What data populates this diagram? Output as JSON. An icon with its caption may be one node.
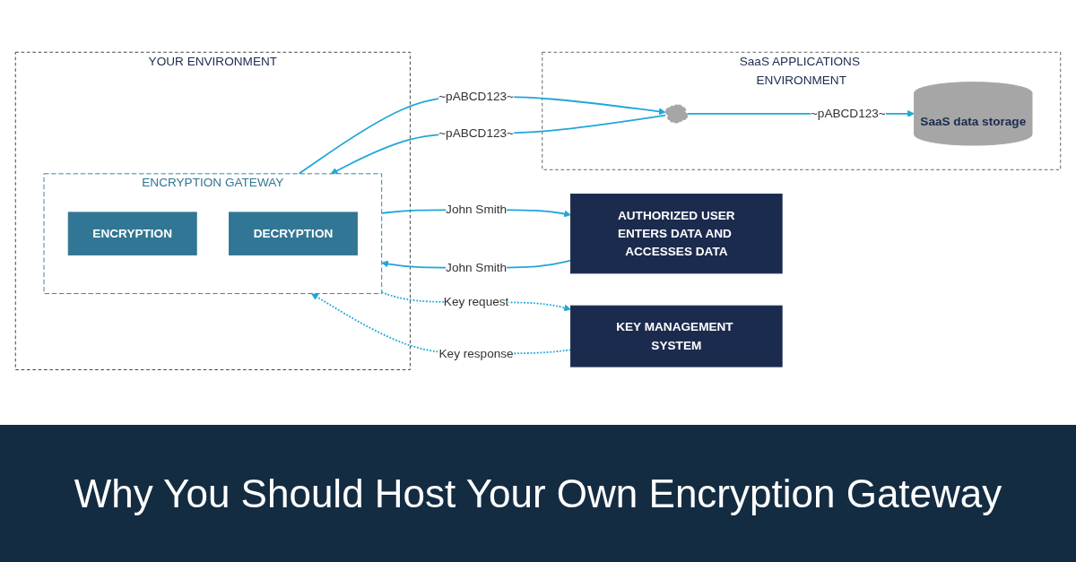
{
  "diagram": {
    "title": "Why You Should Host Your Own Encryption Gateway",
    "nodes": [
      {
        "text": [
          "KEY MANAGEMENT SYSTEM"
        ]
      },
      {
        "text": [
          "YOUR ENVIRONMENT"
        ]
      },
      {
        "text": [
          "ENCRYPTION GATEWAY"
        ],
        "in": 1
      },
      {
        "text": [
          "ENCRYPTION"
        ],
        "in": 2
      },
      {
        "text": [
          "DECRYPTION"
        ],
        "in": 2
      },
      {
        "text": [
          "AUTHORIZED USER",
          "ENTERS DATA AND ACCESSES DATA"
        ]
      },
      {
        "text": [
          "SaaS APPLICATIONS ENVIRONMENT"
        ]
      },
      {
        "text": [],
        "shape": "cloud",
        "in": 6
      },
      {
        "text": [
          "SaaS data storage"
        ],
        "in": 6
      }
    ],
    "edges": [
      {
        "from": 2,
        "to": 7,
        "arrow": "to",
        "label": "~pABCD123~"
      },
      {
        "from": 7,
        "to": 8,
        "arrow": "to",
        "label": "~pABCD123~"
      },
      {
        "from": 7,
        "to": 2,
        "arrow": "to",
        "label": "~pABCD123~"
      },
      {
        "from": 2,
        "to": 5,
        "arrow": "to",
        "label": "John Smith"
      },
      {
        "from": 5,
        "to": 2,
        "arrow": "to",
        "label": "John Smith"
      },
      {
        "from": 2,
        "to": 0,
        "arrow": "to",
        "label": "Key request",
        "style": "dashed"
      },
      {
        "from": 0,
        "to": 2,
        "arrow": "to",
        "label": "Key response",
        "style": "dashed"
      }
    ]
  }
}
